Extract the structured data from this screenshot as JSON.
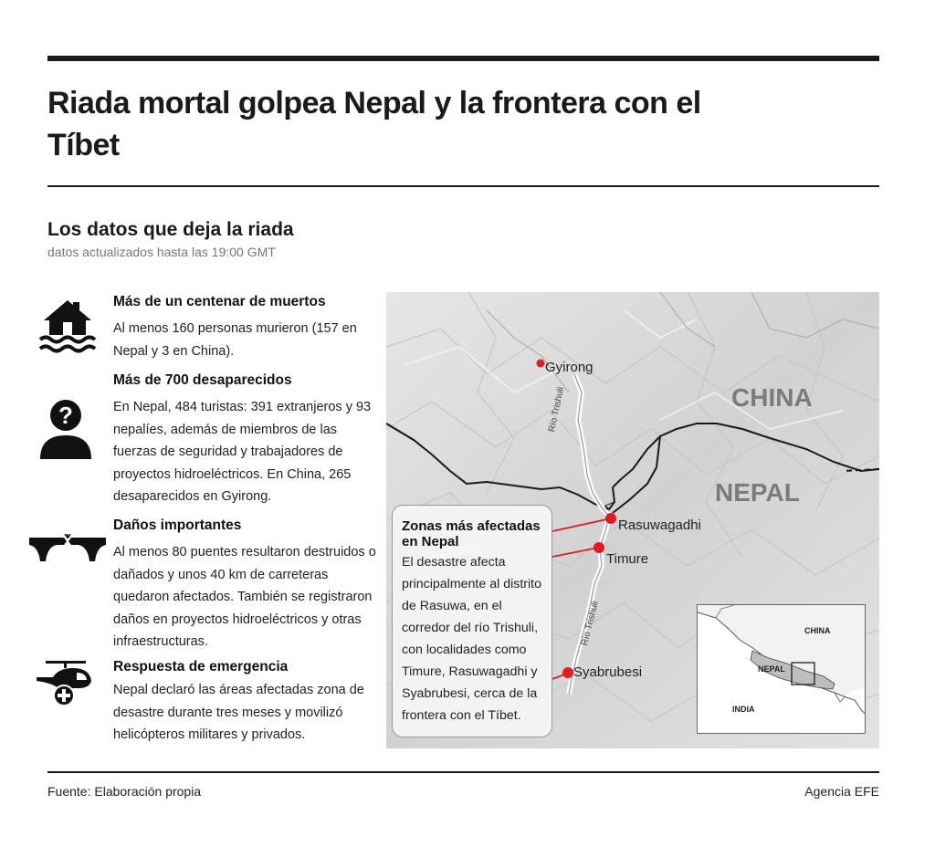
{
  "headline": "Riada mortal golpea Nepal y la frontera con el Tíbet",
  "section": {
    "title": "Los datos que deja la riada",
    "subtitle": "datos actualizados hasta las 19:00 GMT"
  },
  "facts": [
    {
      "icon": "flooded-house-icon",
      "title": "Más de un centenar de muertos",
      "text": "Al menos 160 personas murieron (157 en Nepal y 3 en China)."
    },
    {
      "icon": "missing-person-icon",
      "title": "Más de 700 desaparecidos",
      "text": "En Nepal, 484 turistas: 391 extranjeros y 93 nepalíes, además de miembros de las fuerzas de seguridad y trabajadores de proyectos hidroeléctricos. En China, 265 desaparecidos en Gyirong."
    },
    {
      "icon": "broken-bridge-icon",
      "title": "Daños importantes",
      "text": "Al menos 80 puentes resultaron destruidos o dañados y unos 40 km de carreteras quedaron afectados. También se registraron daños en proyectos hidroeléctricos y otras infraestructuras."
    },
    {
      "icon": "medical-helicopter-icon",
      "title": "Respuesta de emergencia",
      "text": "Nepal declaró las áreas afectadas zona de desastre durante tres meses y movilizó helicópteros militares y privados."
    }
  ],
  "map": {
    "country_labels": [
      "CHINA",
      "NEPAL"
    ],
    "places": [
      "Gyirong",
      "Rasuwagadhi",
      "Timure",
      "Syabrubesi"
    ],
    "river_label": "Río Trishuli",
    "marker_color": "#e11b22",
    "callout": {
      "title": "Zonas más afectadas en Nepal",
      "text": "El desastre afecta principalmente al distrito de Rasuwa, en el corredor del río Trishuli, con localidades como Timure, Rasuwagadhi y Syabrubesi, cerca de la frontera con el Tíbet."
    },
    "inset_labels": [
      "CHINA",
      "NEPAL",
      "INDIA"
    ]
  },
  "footer": {
    "source": "Fuente: Elaboración propia",
    "credit": "Agencia EFE"
  }
}
